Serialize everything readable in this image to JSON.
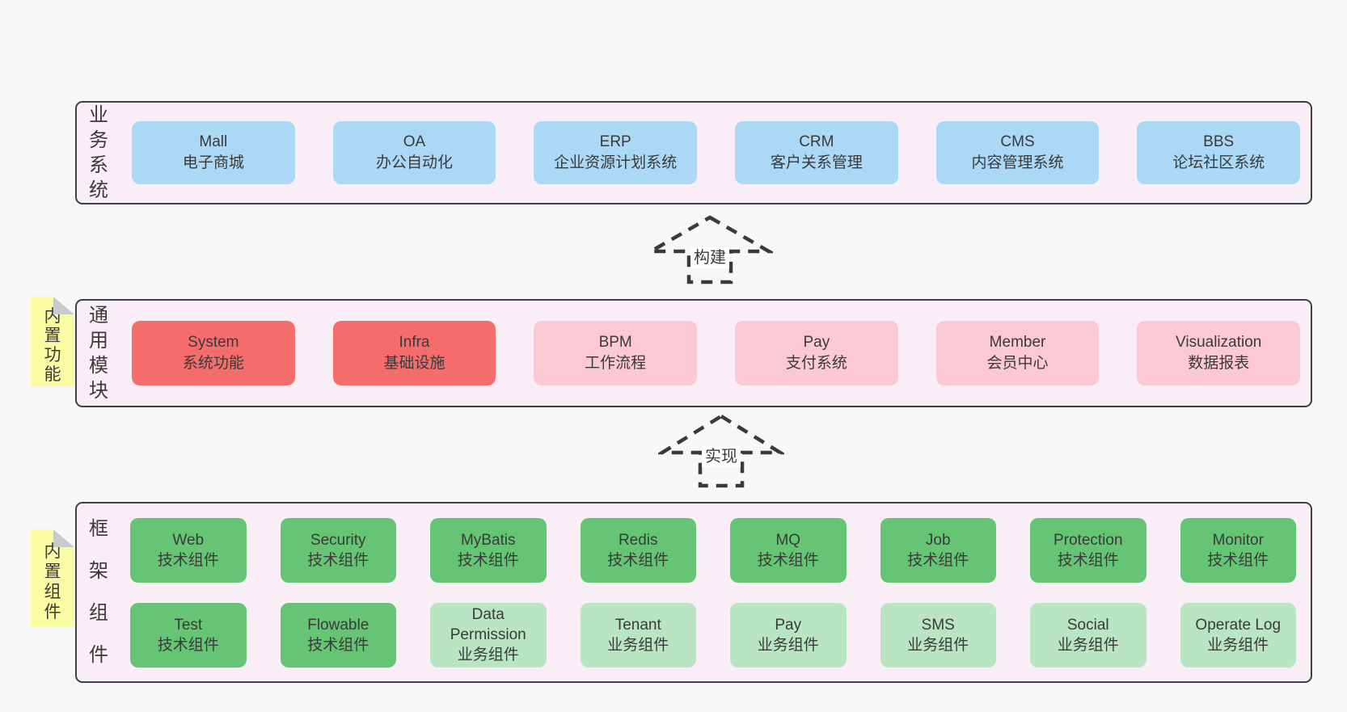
{
  "colors": {
    "page-bg": "#f7f7f7",
    "band-bg": "#f9eef6",
    "band-border": "#404040",
    "blue": "#aad8f5",
    "red": "#f56c6c",
    "pink": "#fbc9d4",
    "green": "#65c574",
    "light-green": "#b9e5c3",
    "sticky-yellow": "#fbfba4",
    "sticky-fold": "#c9cacb",
    "text": "#3a3a3a"
  },
  "arrows": [
    {
      "label": "构建"
    },
    {
      "label": "实现"
    }
  ],
  "bands": [
    {
      "label": "业务系统",
      "boxes": [
        {
          "name": "Mall",
          "desc": "电子商城"
        },
        {
          "name": "OA",
          "desc": "办公自动化"
        },
        {
          "name": "ERP",
          "desc": "企业资源计划系统"
        },
        {
          "name": "CRM",
          "desc": "客户关系管理"
        },
        {
          "name": "CMS",
          "desc": "内容管理系统"
        },
        {
          "name": "BBS",
          "desc": "论坛社区系统"
        }
      ]
    },
    {
      "label": "通用模块",
      "sticky": "内置功能",
      "boxes": [
        {
          "name": "System",
          "desc": "系统功能"
        },
        {
          "name": "Infra",
          "desc": "基础设施"
        },
        {
          "name": "BPM",
          "desc": "工作流程"
        },
        {
          "name": "Pay",
          "desc": "支付系统"
        },
        {
          "name": "Member",
          "desc": "会员中心"
        },
        {
          "name": "Visualization",
          "desc": "数据报表"
        }
      ]
    },
    {
      "label": "框架组件",
      "sticky": "内置组件",
      "rows": [
        [
          {
            "name": "Web",
            "desc": "技术组件"
          },
          {
            "name": "Security",
            "desc": "技术组件"
          },
          {
            "name": "MyBatis",
            "desc": "技术组件"
          },
          {
            "name": "Redis",
            "desc": "技术组件"
          },
          {
            "name": "MQ",
            "desc": "技术组件"
          },
          {
            "name": "Job",
            "desc": "技术组件"
          },
          {
            "name": "Protection",
            "desc": "技术组件"
          },
          {
            "name": "Monitor",
            "desc": "技术组件"
          }
        ],
        [
          {
            "name": "Test",
            "desc": "技术组件"
          },
          {
            "name": "Flowable",
            "desc": "技术组件"
          },
          {
            "name": "Data Permission",
            "desc": "业务组件"
          },
          {
            "name": "Tenant",
            "desc": "业务组件"
          },
          {
            "name": "Pay",
            "desc": "业务组件"
          },
          {
            "name": "SMS",
            "desc": "业务组件"
          },
          {
            "name": "Social",
            "desc": "业务组件"
          },
          {
            "name": "Operate Log",
            "desc": "业务组件"
          }
        ]
      ]
    }
  ]
}
